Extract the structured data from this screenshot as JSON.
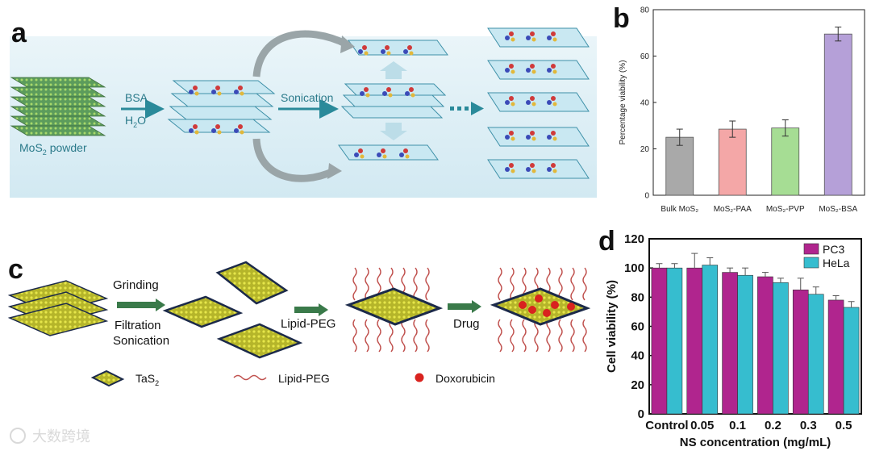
{
  "panel_letters": {
    "a": "a",
    "b": "b",
    "c": "c",
    "d": "d"
  },
  "panel_a": {
    "powder_label": "MoS",
    "powder_sub": "2",
    "powder_suffix": " powder",
    "step1_top": "BSA",
    "step1_bottom": "H",
    "step1_bottom_sub": "2",
    "step1_bottom_suffix": "O",
    "step2": "Sonication",
    "colors": {
      "bg": "#dbedf5",
      "arrow": "#2a8a9a",
      "layer": "#9fd3e3",
      "sheet": "#c9e8f2"
    }
  },
  "panel_c": {
    "grinding": "Grinding",
    "filtration": "Filtration",
    "sonication": "Sonication",
    "lipid_peg_step": "Lipid-PEG",
    "drug_step": "Drug",
    "legend_tas2": "TaS",
    "legend_tas2_sub": "2",
    "legend_lipid": "Lipid-PEG",
    "legend_dox": "Doxorubicin",
    "colors": {
      "sheet_top": "#c8c820",
      "sheet_edge": "#1c2a4a",
      "peg": "#c0504d",
      "dox": "#d9231f",
      "arrow": "#3a7a4a"
    }
  },
  "chart_data": [
    {
      "type": "bar",
      "panel": "b",
      "categories": [
        "Bulk MoS₂",
        "MoS₂-PAA",
        "MoS₂-PVP",
        "MoS₂-BSA"
      ],
      "values": [
        25,
        28.5,
        29,
        69.5
      ],
      "errors": [
        3.5,
        3.5,
        3.5,
        3
      ],
      "colors": [
        "#a9a9a9",
        "#f4a7a7",
        "#a6dd94",
        "#b5a0d8"
      ],
      "ylabel": "Percentage viability (%)",
      "ylim": [
        0,
        80
      ],
      "yticks": [
        "0",
        "20",
        "40",
        "60",
        "80"
      ],
      "grid": false
    },
    {
      "type": "bar",
      "panel": "d",
      "categories": [
        "Control",
        "0.05",
        "0.1",
        "0.2",
        "0.3",
        "0.5"
      ],
      "series": [
        {
          "name": "PC3",
          "values": [
            100,
            100,
            97,
            94,
            85,
            78
          ],
          "errors": [
            3,
            10,
            3,
            3,
            8,
            3
          ],
          "color": "#b0258e"
        },
        {
          "name": "HeLa",
          "values": [
            100,
            102,
            95,
            90,
            82,
            73
          ],
          "errors": [
            3,
            5,
            5,
            3,
            5,
            4
          ],
          "color": "#36bdcf"
        }
      ],
      "xlabel": "NS concentration (mg/mL)",
      "ylabel": "Cell viability (%)",
      "ylim": [
        0,
        120
      ],
      "yticks": [
        "0",
        "20",
        "40",
        "60",
        "80",
        "100",
        "120"
      ],
      "legend": "top-right",
      "grid": false
    }
  ],
  "watermark": "大数跨境"
}
